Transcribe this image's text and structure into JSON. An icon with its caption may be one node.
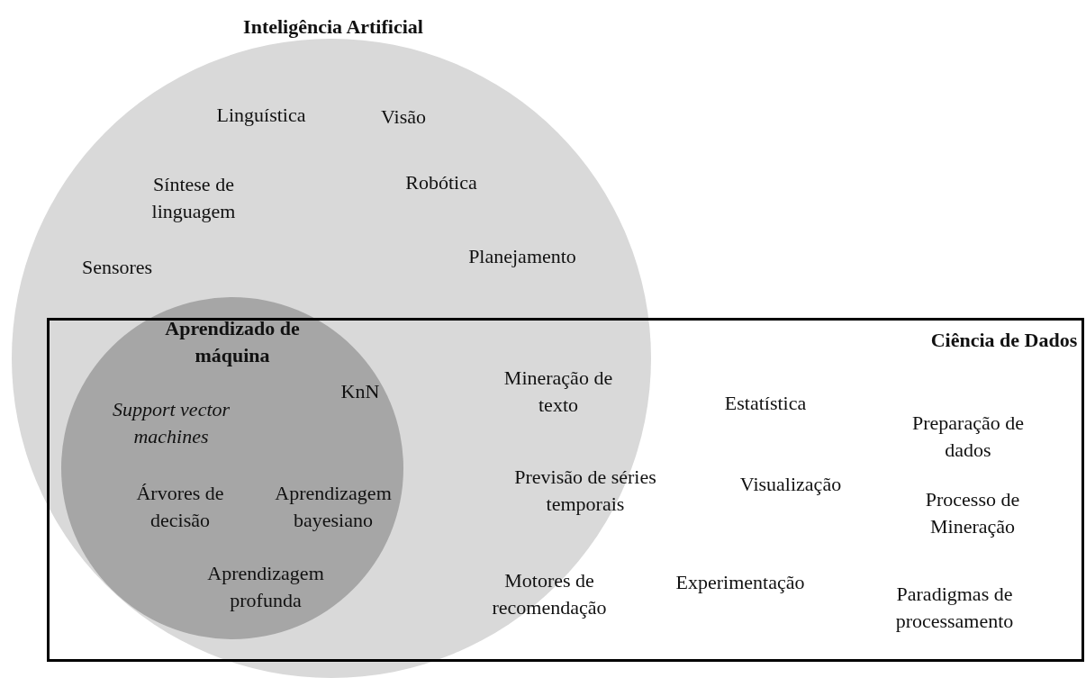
{
  "diagram": {
    "nodes": [
      {
        "text": [
          "Inteligência Artificial"
        ]
      },
      {
        "text": [
          "Aprendizado de máquina"
        ],
        "in": 0
      },
      {
        "text": [
          "Ciência de Dados"
        ]
      }
    ],
    "labels": [
      "Linguística",
      "Visão",
      "Síntese de linguagem",
      "Robótica",
      "Planejamento",
      "Sensores",
      "Support vector machines",
      "KnN",
      "Árvores de decisão",
      "Aprendizagem bayesiano",
      "Aprendizagem profunda",
      "Mineração de texto",
      "Previsão de séries temporais",
      "Motores de recomendação",
      "Estatística",
      "Visualização",
      "Experimentação",
      "Preparação de dados",
      "Processo de Mineração",
      "Paradigmas de processamento"
    ]
  }
}
